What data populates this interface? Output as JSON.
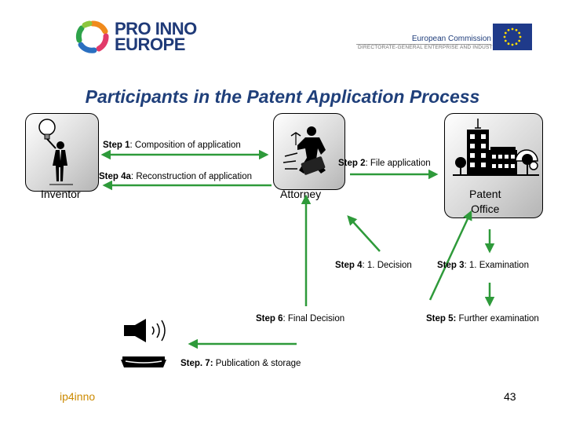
{
  "header": {
    "logo_line1": "PRO INNO",
    "logo_line2": "EUROPE",
    "ec_name": "European Commission",
    "ec_dg": "DIRECTORATE-GENERAL ENTERPRISE AND INDUSTRY"
  },
  "title": "Participants in the Patent Application Process",
  "actors": {
    "inventor": "Inventor",
    "attorney": "Attorney",
    "patent_office_line1": "Patent",
    "patent_office_line2": "Office"
  },
  "steps": {
    "s1": {
      "label": "Step 1",
      "sep": ": ",
      "text": "Composition of application"
    },
    "s2": {
      "label": "Step 2",
      "sep": ": ",
      "text": "File application"
    },
    "s4a": {
      "label": "Step 4a",
      "sep": ": ",
      "text": "Reconstruction of application"
    },
    "s4": {
      "label": "Step 4",
      "sep": ": ",
      "text": "1. Decision"
    },
    "s3": {
      "label": "Step 3",
      "sep": ": ",
      "text": "1. Examination"
    },
    "s6": {
      "label": "Step 6",
      "sep": ": ",
      "text": "Final Decision"
    },
    "s5": {
      "label": "Step 5:",
      "sep": " ",
      "text": "Further examination"
    },
    "s7": {
      "label": "Step. 7:",
      "sep": " ",
      "text": "Publication & storage"
    }
  },
  "footer": {
    "brand": "ip4inno",
    "page": "43"
  },
  "colors": {
    "title": "#1f3f7a",
    "green_arrow": "#2e9a3a",
    "footer": "#cc8a00",
    "eu_blue": "#1f3a8a",
    "eu_star": "#ffdd00"
  },
  "icons": [
    "lightbulb-icon",
    "businessman-icon",
    "building-icon",
    "speaker-icon",
    "storage-tray-icon"
  ]
}
